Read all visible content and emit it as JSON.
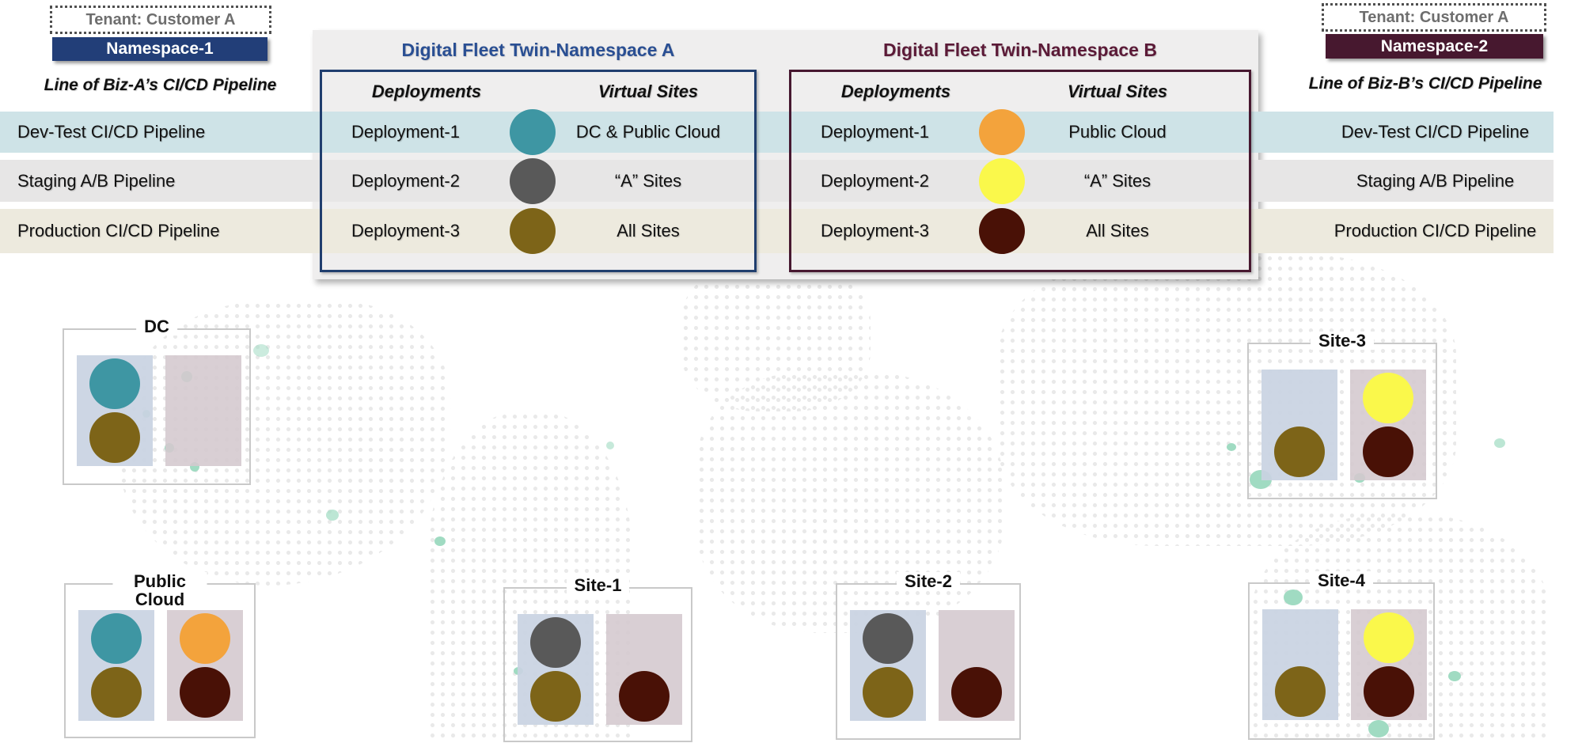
{
  "left_header": {
    "tenant": "Tenant: Customer A",
    "namespace": "Namespace-1",
    "namespace_bg": "#223e78",
    "pipeline": "Line of Biz-A’s CI/CD Pipeline"
  },
  "right_header": {
    "tenant": "Tenant: Customer A",
    "namespace": "Namespace-2",
    "namespace_bg": "#47182f",
    "pipeline": "Line of Biz-B’s CI/CD Pipeline"
  },
  "pipeline_rows": [
    {
      "label": "Dev-Test CI/CD Pipeline",
      "bg": "#cee3e7"
    },
    {
      "label": "Staging A/B Pipeline",
      "bg": "#e7e6e6"
    },
    {
      "label": "Production CI/CD Pipeline",
      "bg": "#edeade"
    }
  ],
  "panel_a": {
    "title": "Digital Fleet Twin-Namespace A",
    "title_color": "#2a4f93",
    "border_color": "#203e6e",
    "deployments_header": "Deployments",
    "virtual_sites_header": "Virtual Sites",
    "rows": [
      {
        "deployment": "Deployment-1",
        "dot": "#3e96a3",
        "sites": "DC & Public Cloud"
      },
      {
        "deployment": "Deployment-2",
        "dot": "#595959",
        "sites": "“A” Sites"
      },
      {
        "deployment": "Deployment-3",
        "dot": "#7d6418",
        "sites": "All  Sites"
      }
    ]
  },
  "panel_b": {
    "title": "Digital Fleet Twin-Namespace B",
    "title_color": "#5b1a37",
    "border_color": "#471830",
    "deployments_header": "Deployments",
    "virtual_sites_header": "Virtual Sites",
    "rows": [
      {
        "deployment": "Deployment-1",
        "dot": "#f3a33c",
        "sites": "Public Cloud"
      },
      {
        "deployment": "Deployment-2",
        "dot": "#faf84b",
        "sites": "“A” Sites"
      },
      {
        "deployment": "Deployment-3",
        "dot": "#491106",
        "sites": "All  Sites"
      }
    ]
  },
  "sites": [
    {
      "name": "DC",
      "left_top": "#3e96a3",
      "left_bottom": "#7d6418",
      "right_top": null,
      "right_bottom": null
    },
    {
      "name": "Public Cloud",
      "left_top": "#3e96a3",
      "left_bottom": "#7d6418",
      "right_top": "#f3a33c",
      "right_bottom": "#491106"
    },
    {
      "name": "Site-1",
      "left_top": "#595959",
      "left_bottom": "#7d6418",
      "right_top": null,
      "right_bottom": "#491106"
    },
    {
      "name": "Site-2",
      "left_top": "#595959",
      "left_bottom": "#7d6418",
      "right_top": null,
      "right_bottom": "#491106"
    },
    {
      "name": "Site-3",
      "left_top": null,
      "left_bottom": "#7d6418",
      "right_top": "#faf84b",
      "right_bottom": "#491106"
    },
    {
      "name": "Site-4",
      "left_top": null,
      "left_bottom": "#7d6418",
      "right_top": "#faf84b",
      "right_bottom": "#491106"
    }
  ]
}
